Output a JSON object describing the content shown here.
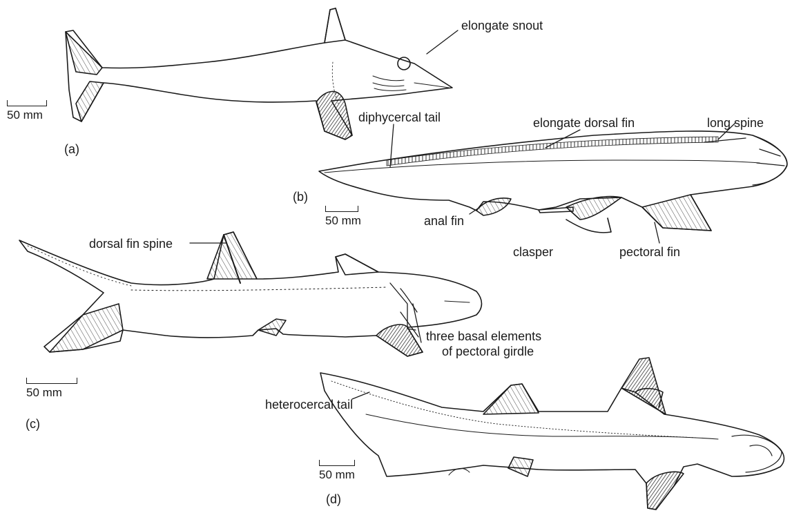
{
  "figure": {
    "panels": [
      {
        "letter": "(a)",
        "scale": "50 mm",
        "labels": {
          "snout": "elongate snout"
        }
      },
      {
        "letter": "(b)",
        "scale": "50 mm",
        "labels": {
          "tail": "diphycercal tail",
          "dorsal": "elongate dorsal fin",
          "spine": "long spine",
          "anal": "anal fin",
          "clasper": "clasper",
          "pectoral": "pectoral fin"
        }
      },
      {
        "letter": "(c)",
        "scale": "50 mm",
        "labels": {
          "dorsal_spine": "dorsal fin spine",
          "basal_1": "three basal elements",
          "basal_2": "of pectoral girdle"
        }
      },
      {
        "letter": "(d)",
        "scale": "50 mm",
        "labels": {
          "tail": "heterocercal tail"
        }
      }
    ]
  },
  "colors": {
    "ink": "#1a1a1a",
    "background": "#ffffff"
  }
}
